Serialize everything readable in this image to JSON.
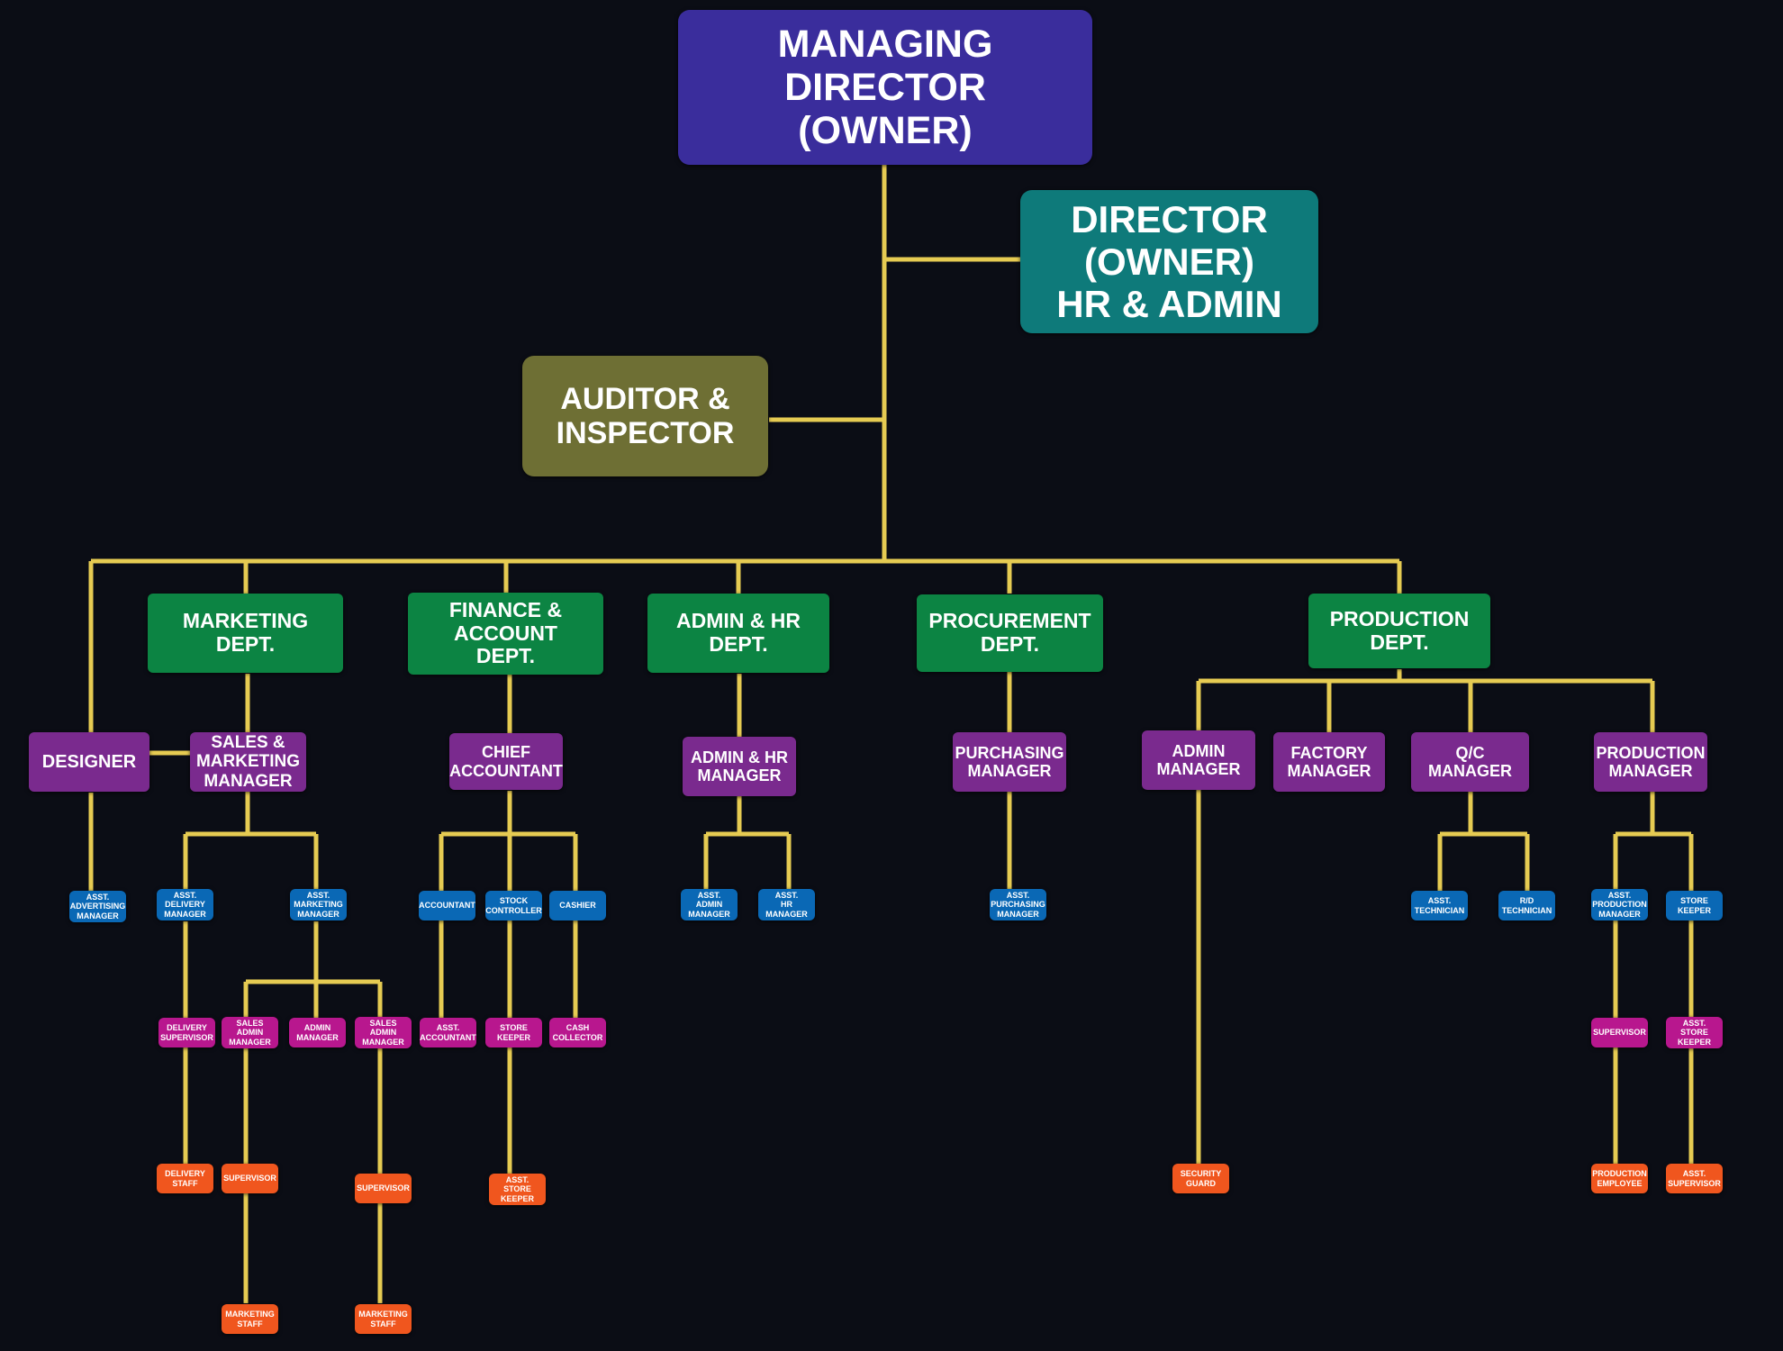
{
  "colors": {
    "line": "#e6cb52",
    "top": "#3a2d9c",
    "director": "#0e7a7a",
    "auditor": "#6e6f34",
    "dept": "#0c8443",
    "manager": "#7a2a8e",
    "staff": "#0a68b5",
    "sub": "#b8178e",
    "leaf": "#f0561e"
  },
  "nodes": [
    {
      "id": "managing-director",
      "text": "MANAGING\nDIRECTOR\n(OWNER)",
      "tier": "top"
    },
    {
      "id": "director-hr-admin",
      "text": "DIRECTOR\n(OWNER)\nHR & ADMIN",
      "tier": "director"
    },
    {
      "id": "auditor-inspector",
      "text": "AUDITOR &\nINSPECTOR",
      "tier": "auditor"
    },
    {
      "id": "marketing-dept",
      "text": "MARKETING\nDEPT.",
      "tier": "dept"
    },
    {
      "id": "finance-dept",
      "text": "FINANCE &\nACCOUNT\nDEPT.",
      "tier": "dept"
    },
    {
      "id": "admin-hr-dept",
      "text": "ADMIN & HR\nDEPT.",
      "tier": "dept"
    },
    {
      "id": "procurement-dept",
      "text": "PROCUREMENT\nDEPT.",
      "tier": "dept"
    },
    {
      "id": "production-dept",
      "text": "PRODUCTION\nDEPT.",
      "tier": "dept"
    },
    {
      "id": "designer",
      "text": "DESIGNER",
      "tier": "manager"
    },
    {
      "id": "sales-marketing-manager",
      "text": "SALES &\nMARKETING\nMANAGER",
      "tier": "manager"
    },
    {
      "id": "chief-accountant",
      "text": "CHIEF\nACCOUNTANT",
      "tier": "manager"
    },
    {
      "id": "admin-hr-manager",
      "text": "ADMIN & HR\nMANAGER",
      "tier": "manager"
    },
    {
      "id": "purchasing-manager",
      "text": "PURCHASING\nMANAGER",
      "tier": "manager"
    },
    {
      "id": "prod-admin-manager",
      "text": "ADMIN\nMANAGER",
      "tier": "manager"
    },
    {
      "id": "factory-manager",
      "text": "FACTORY\nMANAGER",
      "tier": "manager"
    },
    {
      "id": "qc-manager",
      "text": "Q/C\nMANAGER",
      "tier": "manager"
    },
    {
      "id": "production-manager",
      "text": "PRODUCTION\nMANAGER",
      "tier": "manager"
    },
    {
      "id": "asst-advertising-manager",
      "text": "ASST.\nADVERTISING\nMANAGER",
      "tier": "staff"
    },
    {
      "id": "asst-delivery-manager",
      "text": "ASST.\nDELIVERY\nMANAGER",
      "tier": "staff"
    },
    {
      "id": "asst-marketing-manager",
      "text": "ASST.\nMARKETING\nMANAGER",
      "tier": "staff"
    },
    {
      "id": "accountant",
      "text": "ACCOUNTANT",
      "tier": "staff"
    },
    {
      "id": "stock-controller",
      "text": "STOCK\nCONTROLLER",
      "tier": "staff"
    },
    {
      "id": "cashier",
      "text": "CASHIER",
      "tier": "staff"
    },
    {
      "id": "asst-admin-manager",
      "text": "ASST.\nADMIN\nMANAGER",
      "tier": "staff"
    },
    {
      "id": "asst-hr-manager",
      "text": "ASST.\nHR\nMANAGER",
      "tier": "staff"
    },
    {
      "id": "asst-purchasing-manager",
      "text": "ASST.\nPURCHASING\nMANAGER",
      "tier": "staff"
    },
    {
      "id": "asst-technician",
      "text": "ASST.\nTECHNICIAN",
      "tier": "staff"
    },
    {
      "id": "rd-technician",
      "text": "R/D\nTECHNICIAN",
      "tier": "staff"
    },
    {
      "id": "asst-production-manager",
      "text": "ASST.\nPRODUCTION\nMANAGER",
      "tier": "staff"
    },
    {
      "id": "store-keeper-prod",
      "text": "STORE\nKEEPER",
      "tier": "staff"
    },
    {
      "id": "delivery-supervisor",
      "text": "DELIVERY\nSUPERVISOR",
      "tier": "sub"
    },
    {
      "id": "sales-admin-manager-1",
      "text": "SALES\nADMIN\nMANAGER",
      "tier": "sub"
    },
    {
      "id": "mkt-admin-manager",
      "text": "ADMIN\nMANAGER",
      "tier": "sub"
    },
    {
      "id": "sales-admin-manager-2",
      "text": "SALES\nADMIN\nMANAGER",
      "tier": "sub"
    },
    {
      "id": "asst-accountant",
      "text": "ASST.\nACCOUNTANT",
      "tier": "sub"
    },
    {
      "id": "store-keeper-fin",
      "text": "STORE\nKEEPER",
      "tier": "sub"
    },
    {
      "id": "cash-collector",
      "text": "CASH\nCOLLECTOR",
      "tier": "sub"
    },
    {
      "id": "prod-supervisor",
      "text": "SUPERVISOR",
      "tier": "sub"
    },
    {
      "id": "asst-store-keeper-prod",
      "text": "ASST.\nSTORE\nKEEPER",
      "tier": "sub"
    },
    {
      "id": "delivery-staff",
      "text": "DELIVERY\nSTAFF",
      "tier": "leaf"
    },
    {
      "id": "supervisor-1",
      "text": "SUPERVISOR",
      "tier": "leaf"
    },
    {
      "id": "supervisor-2",
      "text": "SUPERVISOR",
      "tier": "leaf"
    },
    {
      "id": "asst-store-keeper-fin",
      "text": "ASST.\nSTORE\nKEEPER",
      "tier": "leaf"
    },
    {
      "id": "security-guard",
      "text": "SECURITY\nGUARD",
      "tier": "leaf"
    },
    {
      "id": "production-employee",
      "text": "PRODUCTION\nEMPLOYEE",
      "tier": "leaf"
    },
    {
      "id": "asst-supervisor",
      "text": "ASST.\nSUPERVISOR",
      "tier": "leaf"
    },
    {
      "id": "marketing-staff-1",
      "text": "MARKETING\nSTAFF",
      "tier": "leaf"
    },
    {
      "id": "marketing-staff-2",
      "text": "MARKETING\nSTAFF",
      "tier": "leaf"
    }
  ]
}
